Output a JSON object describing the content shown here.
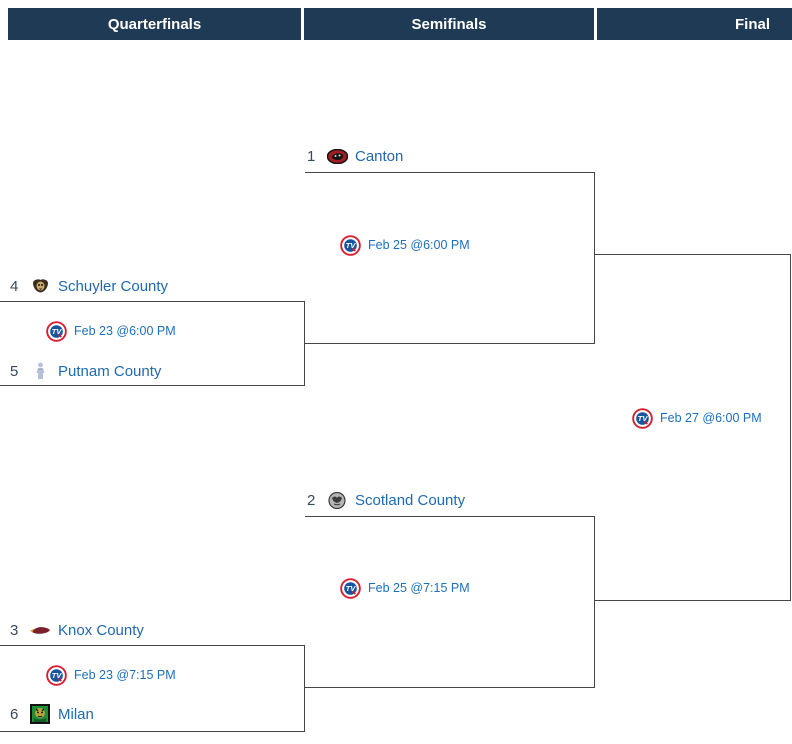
{
  "header": {
    "columns": [
      "Quarterfinals",
      "Semifinals",
      "Final"
    ]
  },
  "colors": {
    "header_bg": "#1f3a54",
    "header_text": "#ffffff",
    "link_blue": "#2169b0",
    "time_blue": "#1d6fc0",
    "line": "#454545",
    "tv_red": "#d6202f",
    "tv_blue": "#17559f"
  },
  "icons": {
    "tv": "tv-broadcast-icon",
    "canton": "canton-tigers-logo",
    "schuyler": "schuyler-county-logo",
    "putnam": "putnam-county-logo",
    "scotland": "scotland-county-logo",
    "knox": "knox-county-logo",
    "milan": "milan-logo"
  },
  "rounds": {
    "quarterfinals": [
      {
        "time": "Feb 23 @6:00 PM",
        "top": {
          "seed": "4",
          "name": "Schuyler County"
        },
        "bottom": {
          "seed": "5",
          "name": "Putnam County"
        }
      },
      {
        "time": "Feb 23 @7:15 PM",
        "top": {
          "seed": "3",
          "name": "Knox County"
        },
        "bottom": {
          "seed": "6",
          "name": "Milan"
        }
      }
    ],
    "semifinals": [
      {
        "time": "Feb 25 @6:00 PM",
        "team": {
          "seed": "1",
          "name": "Canton"
        }
      },
      {
        "time": "Feb 25 @7:15 PM",
        "team": {
          "seed": "2",
          "name": "Scotland County"
        }
      }
    ],
    "final": {
      "time": "Feb 27 @6:00 PM"
    }
  }
}
